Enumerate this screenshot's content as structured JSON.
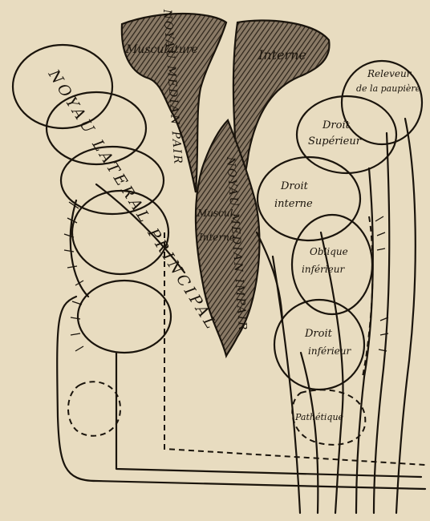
{
  "labels": {
    "noyau_lateral": "NOYAU LATERAL PRINCIPAL",
    "noyau_median_pair": "NOYAU MEDIAN PAIR",
    "noyau_median_impair": "NOYAU MEDIAN IMPAIR",
    "musculature": "Musculature",
    "interne_top": "Interne",
    "muscul": "Muscul.",
    "interne_mid": "Interne",
    "releveur_1": "Releveur",
    "releveur_2": "de la paupière",
    "droit_sup_1": "Droit",
    "droit_sup_2": "Supérieur",
    "droit_int_1": "Droit",
    "droit_int_2": "interne",
    "oblique_1": "Oblique",
    "oblique_2": "inférieur",
    "droit_inf_1": "Droit",
    "droit_inf_2": "inférieur",
    "pathetique": "Pathétique"
  }
}
